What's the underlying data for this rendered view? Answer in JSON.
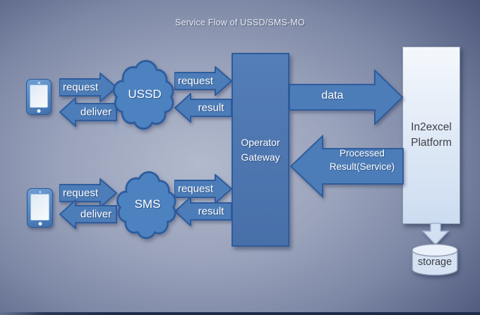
{
  "title": "Service Flow of USSD/SMS-MO",
  "nodes": {
    "ussd": {
      "label": "USSD"
    },
    "sms": {
      "label": "SMS"
    },
    "gateway": {
      "label": "Operator Gateway"
    },
    "platform": {
      "label": "In2excel Platform"
    },
    "storage": {
      "label": "storage"
    }
  },
  "flows": {
    "ussd_request": "request",
    "ussd_deliver": "deliver",
    "ussd_gw_request": "request",
    "ussd_gw_result": "result",
    "sms_request": "request",
    "sms_deliver": "deliver",
    "sms_gw_request": "request",
    "sms_gw_result": "result",
    "gw_platform_data": "data",
    "platform_gw_processed": "Processed Result(Service)"
  },
  "icons": {
    "mobile_phone_top": "mobile-phone-icon",
    "mobile_phone_bottom": "mobile-phone-icon",
    "storage_cylinder": "database-cylinder-icon",
    "platform_to_storage": "down-arrow-icon",
    "ussd_drop": "thin-down-arrow-icon"
  },
  "colors": {
    "arrow_fill": "#4d7db8",
    "arrow_border": "#2e5c9e",
    "cloud_fill": "#4d82c0",
    "gateway_fill": "#4e77b1",
    "platform_fill": "#dce7f5",
    "storage_fill": "#d8e4f4",
    "background_center": "#b2bacd",
    "background_edge": "#2e395a",
    "title_text": "#e8ebf2",
    "dark_text": "#3f4247",
    "light_text": "#ffffff"
  }
}
